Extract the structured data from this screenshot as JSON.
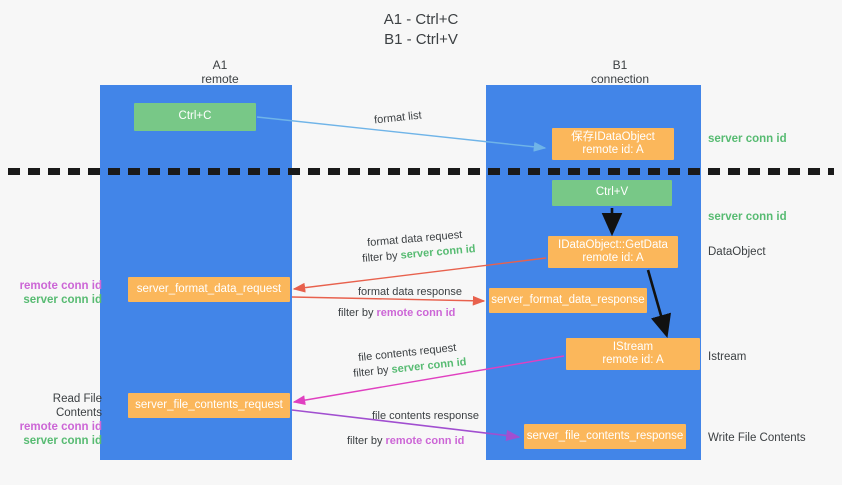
{
  "title": {
    "line1": "A1 - Ctrl+C",
    "line2": "B1 - Ctrl+V"
  },
  "columns": {
    "a1": {
      "name": "A1",
      "sub": "remote"
    },
    "b1": {
      "name": "B1",
      "sub": "connection"
    }
  },
  "boxes": {
    "ctrl_c": {
      "line1": "Ctrl+C",
      "line2": "",
      "color": "#78c887"
    },
    "dataobject": {
      "line1": "保存IDataObject",
      "line2": "remote id: A",
      "color": "#fbb75b"
    },
    "ctrl_v": {
      "line1": "Ctrl+V",
      "line2": "",
      "color": "#78c887"
    },
    "getdata": {
      "line1": "IDataObject::GetData",
      "line2": "remote id: A",
      "color": "#fbb75b"
    },
    "istream": {
      "line1": "IStream",
      "line2": "remote id: A",
      "color": "#fbb75b"
    },
    "format_data_request": {
      "line1": "server_format_data_request",
      "line2": "",
      "color": "#fbb75b"
    },
    "format_data_response": {
      "line1": "server_format_data_response",
      "line2": "",
      "color": "#fbb75b"
    },
    "file_contents_request": {
      "line1": "server_file_contents_request",
      "line2": "",
      "color": "#fbb75b"
    },
    "file_contents_response": {
      "line1": "server_file_contents_response",
      "line2": "",
      "color": "#fbb75b"
    }
  },
  "arrow_labels": {
    "format_list": "format list",
    "format_data_request": "format data request",
    "format_data_request_filter_prefix": "filter by ",
    "format_data_request_filter_value": "server conn id",
    "format_data_response": "format data response",
    "format_data_response_filter_prefix": "filter by ",
    "format_data_response_filter_value": "remote conn id",
    "file_contents_request": "file contents request",
    "file_contents_request_filter_prefix": "filter by ",
    "file_contents_request_filter_value": "server conn id",
    "file_contents_response": "file contents response",
    "file_contents_response_filter_prefix": "filter by ",
    "file_contents_response_filter_value": "remote conn id"
  },
  "right_labels": {
    "server_conn_id_top": "server conn id",
    "server_conn_id_mid": "server conn id",
    "dataobject": "DataObject",
    "istream": "Istream",
    "write_file_contents": "Write File Contents"
  },
  "left_labels": {
    "remote_conn_id_1": "remote conn id",
    "server_conn_id_1": "server conn id",
    "read_file_contents": "Read File Contents",
    "remote_conn_id_2": "remote conn id",
    "server_conn_id_2": "server conn id"
  },
  "colors": {
    "lane": "#4285e8",
    "green_box": "#78c887",
    "orange_box": "#fbb75b",
    "green_text": "#57bb72",
    "purple_text": "#cc66d6",
    "arrow_blue": "#6fb4e8",
    "arrow_red": "#e8614d",
    "arrow_magenta": "#e040c0",
    "arrow_purple": "#a14fd0",
    "arrow_black": "#111111",
    "background": "#f7f7f7",
    "separator": "#1a1a1a"
  }
}
